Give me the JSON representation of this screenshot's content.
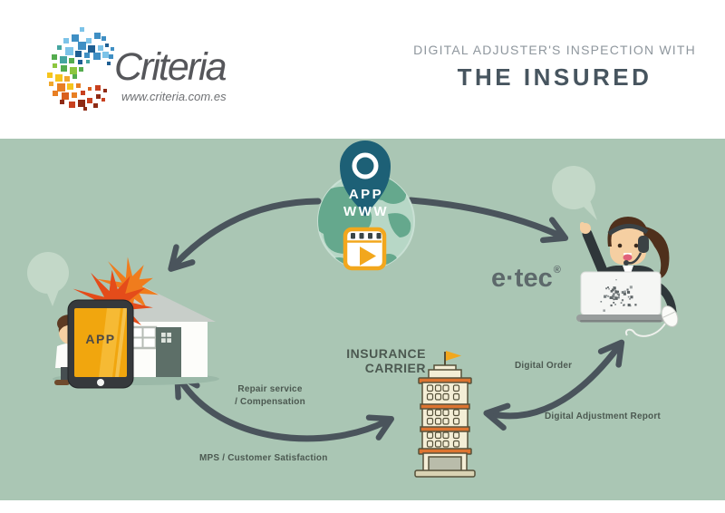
{
  "header": {
    "brand": {
      "name": "Criteria",
      "url": "www.criteria.com.es",
      "palette": [
        "#3f8fc4",
        "#7cc3e8",
        "#1f5f93",
        "#45a5a0",
        "#54ac4e",
        "#8cc63f",
        "#f6c51d",
        "#f1a82c",
        "#e87f23",
        "#d95f1e",
        "#c8401f",
        "#8e2a14"
      ]
    },
    "title_line1": "DIGITAL ADJUSTER'S INSPECTION WITH",
    "title_line2": "THE INSURED"
  },
  "diagram": {
    "globe": {
      "line1": "APP",
      "line2": "WWW"
    },
    "tablet_label": "APP",
    "etec_label": "e·tec",
    "etec_registered": "®",
    "insurance_carrier_line1": "INSURANCE",
    "insurance_carrier_line2": "CARRIER",
    "labels": {
      "repair_line1": "Repair service",
      "repair_line2": "/ Compensation",
      "mps": "MPS / Customer Satisfaction",
      "digital_order": "Digital Order",
      "digital_adjustment_report": "Digital Adjustment Report"
    },
    "icons": [
      "map-pin-icon",
      "globe-icon",
      "video-player-icon",
      "speech-bubble-icon",
      "tablet-icon",
      "house-icon",
      "burst-icon",
      "insured-person-icon",
      "adjuster-person-icon",
      "headset-icon",
      "laptop-icon",
      "mouse-icon",
      "building-icon",
      "flag-icon",
      "criteria-mosaic-logo"
    ],
    "colors": {
      "background_band": "#aac6b4",
      "arrow": "#4a545c",
      "diagram_text": "#4c5951",
      "title_dark": "#47555f",
      "title_light": "#8f979e",
      "logo_gray": "#55565a",
      "etec_gray": "#5d696b",
      "bubble": "#c3d8c8",
      "pin_teal": "#1d6076",
      "globe_ocean": "#b7d7c6",
      "globe_land": "#65a88d",
      "accent_orange": "#f2a71d",
      "burst_red": "#e44c1a",
      "burst_orange": "#f07c1d",
      "tablet_screen": "#f1a60e",
      "building_cream": "#f4eed6",
      "building_trim": "#dd7430"
    }
  }
}
